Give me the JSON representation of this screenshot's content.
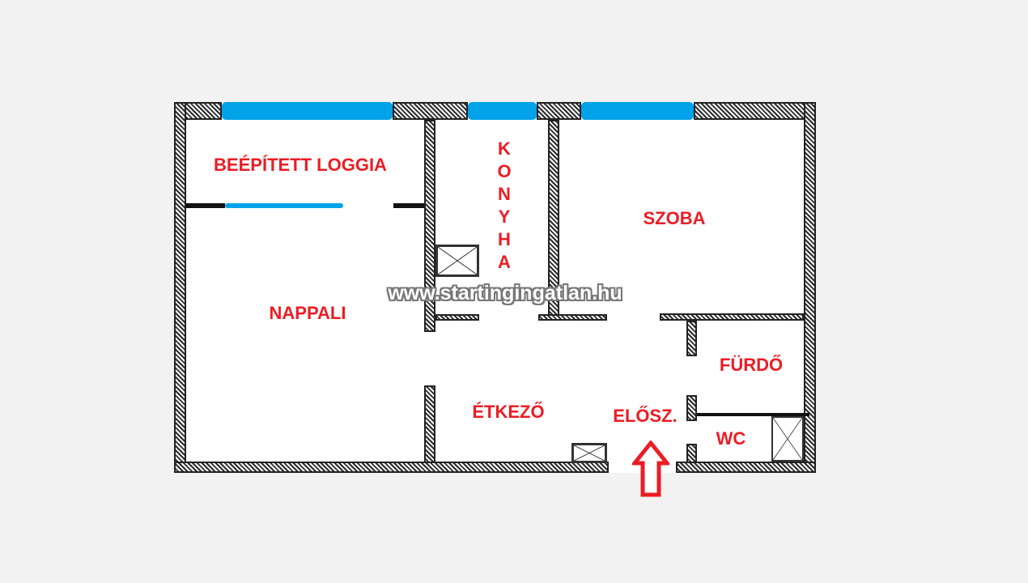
{
  "rooms": {
    "loggia": "BEÉPÍTETT LOGGIA",
    "konyha": [
      "K",
      "O",
      "N",
      "Y",
      "H",
      "A"
    ],
    "szoba": "SZOBA",
    "nappali": "NAPPALI",
    "etkezo": "ÉTKEZŐ",
    "eloszoba": "ELŐSZ.",
    "furdo": "FÜRDŐ",
    "wc": "WC"
  },
  "watermark": "www.startingingatlan.hu",
  "colors": {
    "label": "#ed1c24",
    "window": "#00a2e8",
    "background": "#f2f2f2"
  }
}
